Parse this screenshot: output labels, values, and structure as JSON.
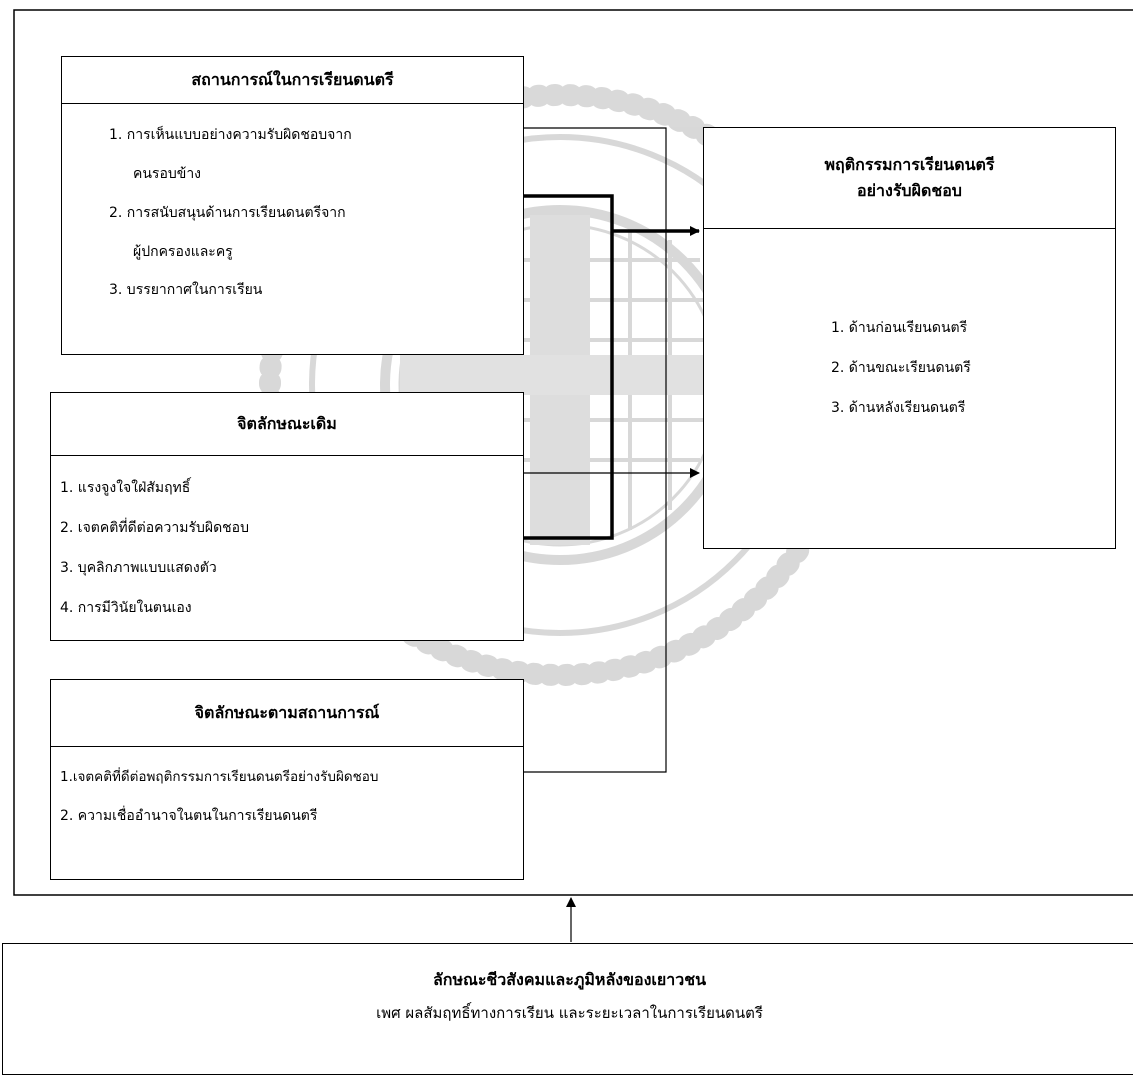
{
  "boxes": {
    "situation": {
      "title": "สถานการณ์ในการเรียนดนตรี",
      "items": [
        "1. การเห็นแบบอย่างความรับผิดชอบจาก",
        "คนรอบข้าง",
        "2. การสนับสนุนด้านการเรียนดนตรีจาก",
        "ผู้ปกครองและครู",
        "3. บรรยากาศในการเรียน"
      ]
    },
    "original_traits": {
      "title": "จิตลักษณะเดิม",
      "items": [
        "1. แรงจูงใจใฝ่สัมฤทธิ์",
        "2. เจตคติที่ดีต่อความรับผิดชอบ",
        "3. บุคลิกภาพแบบแสดงตัว",
        "4. การมีวินัยในตนเอง"
      ]
    },
    "situational_traits": {
      "title": "จิตลักษณะตามสถานการณ์",
      "items": [
        "1.เจตคติที่ดีต่อพฤติกรรมการเรียนดนตรีอย่างรับผิดชอบ",
        "2. ความเชื่ออำนาจในตนในการเรียนดนตรี"
      ]
    },
    "behavior": {
      "title_line1": "พฤติกรรมการเรียนดนตรี",
      "title_line2": "อย่างรับผิดชอบ",
      "items": [
        "1. ด้านก่อนเรียนดนตรี",
        "2. ด้านขณะเรียนดนตรี",
        "3. ด้านหลังเรียนดนตรี"
      ]
    },
    "background": {
      "title": "ลักษณะชีวสังคมและภูมิหลังของเยาวชน",
      "subtitle": "เพศ ผลสัมฤทธิ์ทางการเรียน และระยะเวลาในการเรียนดนตรี"
    }
  },
  "colors": {
    "line": "#000000",
    "watermark": "#cfcfcf",
    "background": "#ffffff"
  }
}
